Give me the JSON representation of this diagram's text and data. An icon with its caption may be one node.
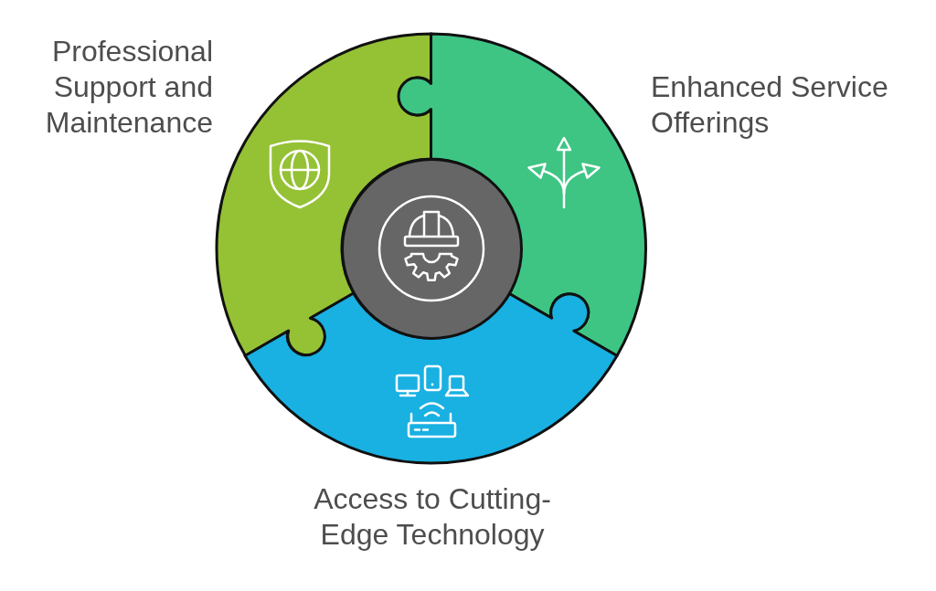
{
  "diagram": {
    "nodes": [
      {
        "text": [
          "Professional Support and Maintenance"
        ]
      },
      {
        "text": [
          "Enhanced Service Offerings"
        ]
      },
      {
        "text": [
          "Access to Cutting-Edge Technology"
        ]
      },
      {
        "text": [],
        "shape": "circle"
      }
    ]
  }
}
